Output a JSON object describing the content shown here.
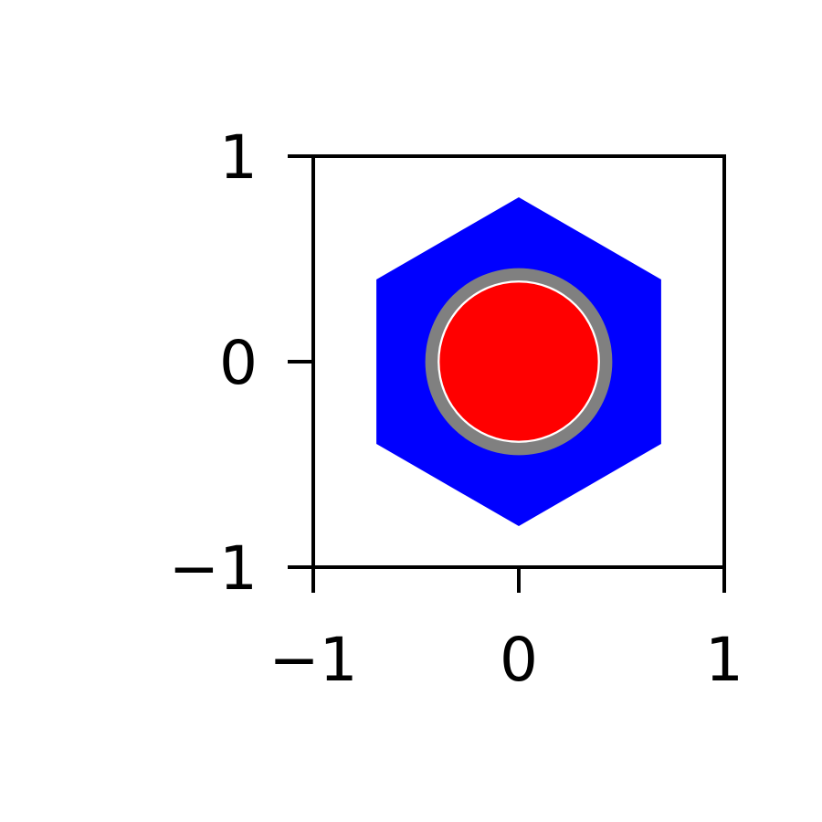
{
  "chart_data": {
    "type": "scatter",
    "title": "",
    "xlabel": "",
    "ylabel": "",
    "xlim": [
      -1,
      1
    ],
    "ylim": [
      -1,
      1
    ],
    "grid": false,
    "legend": "none",
    "x_ticks": [
      {
        "value": -1,
        "label": "−1"
      },
      {
        "value": 0,
        "label": "0"
      },
      {
        "value": 1,
        "label": "1"
      }
    ],
    "y_ticks": [
      {
        "value": -1,
        "label": "−1"
      },
      {
        "value": 0,
        "label": "0"
      },
      {
        "value": 1,
        "label": "1"
      }
    ],
    "regions": [
      {
        "shape": "hexagon",
        "center": [
          0,
          0
        ],
        "circumradius": 0.8,
        "orientation": "vertex-up",
        "color": "#0000ff"
      },
      {
        "shape": "circle",
        "center": [
          0,
          0
        ],
        "radius": 0.455,
        "color": "#808080"
      },
      {
        "shape": "circle",
        "center": [
          0,
          0
        ],
        "radius": 0.395,
        "color": "#ffffff"
      },
      {
        "shape": "circle",
        "center": [
          0,
          0
        ],
        "radius": 0.385,
        "color": "#ff0000"
      }
    ]
  }
}
